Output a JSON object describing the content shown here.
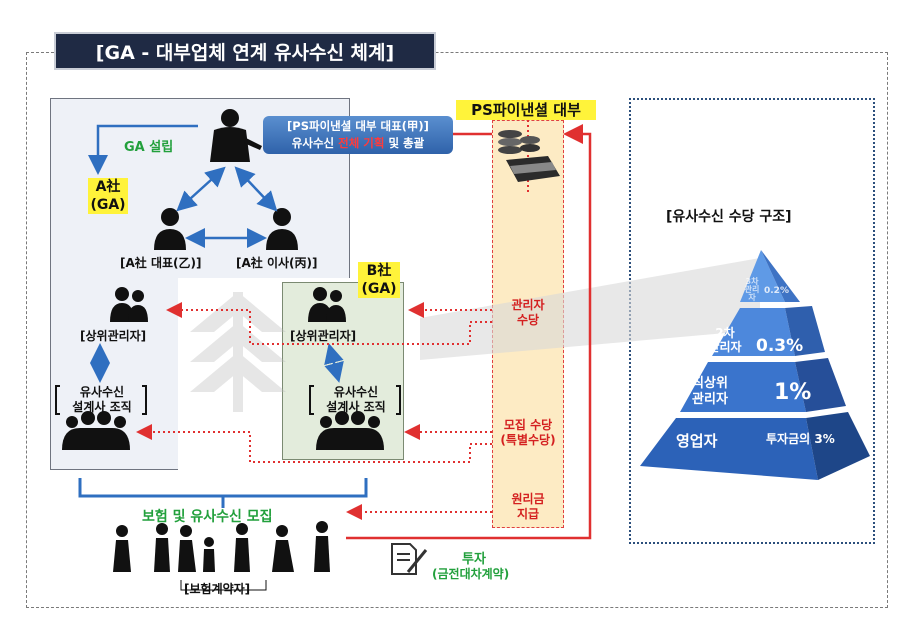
{
  "title": "[GA - 대부업체 연계 유사수신 체계]",
  "ps_company": "PS파이낸셜 대부",
  "ps_rep_line1": "[PS파이낸셜 대부 대표(甲)]",
  "ps_rep_line2_pre": "유사수신 ",
  "ps_rep_line2_red": "전체 기획",
  "ps_rep_line2_post": " 및 총괄",
  "ga_setup": "GA 설립",
  "a_company_1": "A社",
  "a_company_2": "(GA)",
  "a_ceo": "[A社 대표(乙)]",
  "a_director": "[A社 이사(丙)]",
  "b_company_1": "B社",
  "b_company_2": "(GA)",
  "upper_manager_a": "[상위관리자]",
  "upper_manager_b": "[상위관리자]",
  "planner_org_a_1": "유사수신",
  "planner_org_a_2": "설계사 조직",
  "planner_org_b_1": "유사수신",
  "planner_org_b_2": "설계사 조직",
  "strip": {
    "manager_fee_1": "관리자",
    "manager_fee_2": "수당",
    "recruit_fee_1": "모집 수당",
    "recruit_fee_2": "(특별수당)",
    "principal_1": "원리금",
    "principal_2": "지급"
  },
  "recruit_title": "보험 및 유사수신 모집",
  "contractors": "[보험계약자]",
  "invest_1": "투자",
  "invest_2": "(금전대차계약)",
  "pyramid": {
    "title": "[유사수신 수당 구조]",
    "levels": [
      {
        "label": "3차",
        "sub": "관리자",
        "pct": "0.2%"
      },
      {
        "label": "2차",
        "sub": "관리자",
        "pct": "0.3%"
      },
      {
        "label": "직상위",
        "sub": "관리자",
        "pct": "1%"
      },
      {
        "label": "영업자",
        "sub": "",
        "pct": "투자금의 3%"
      }
    ]
  }
}
